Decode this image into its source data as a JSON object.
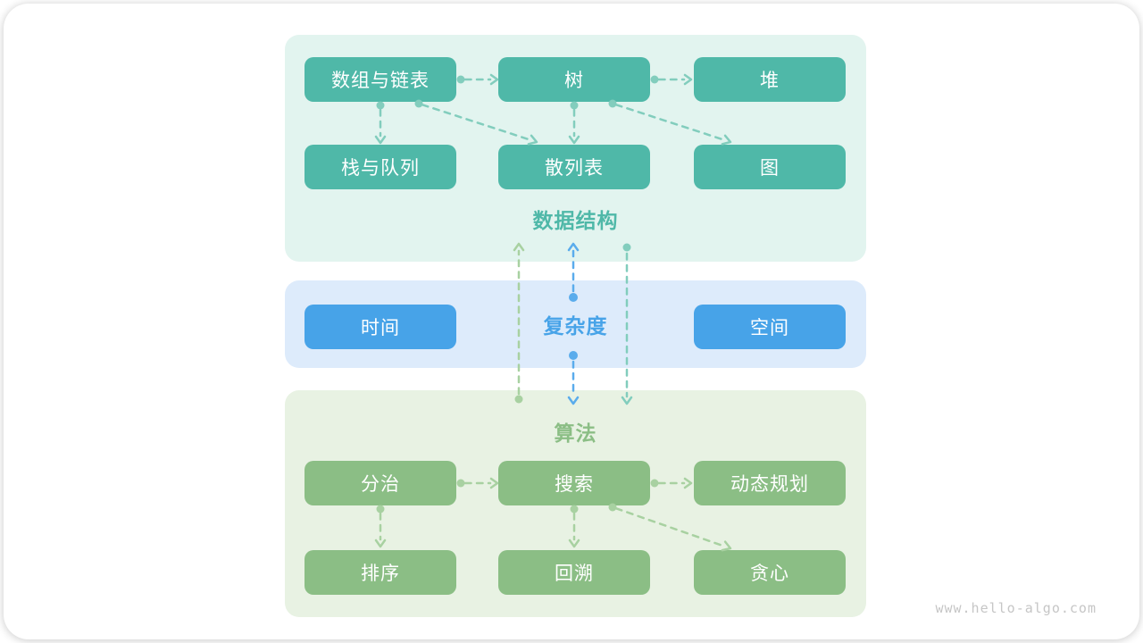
{
  "watermark": "www.hello-algo.com",
  "colors": {
    "teal_box": "#4fb8a8",
    "teal_bg": "#e2f4ef",
    "teal_arrow": "#82cdbd",
    "blue_box": "#47a3e8",
    "blue_bg": "#ddebfb",
    "blue_arrow": "#5aacec",
    "green_box": "#8bbe85",
    "green_bg": "#e8f2e3",
    "green_arrow": "#a8d1a1",
    "box_text": "#ffffff",
    "watermark_color": "#c6c6c6"
  },
  "sections": {
    "data_structures": {
      "label": "数据结构",
      "boxes": {
        "arrays": "数组与链表",
        "tree": "树",
        "heap": "堆",
        "stack_queue": "栈与队列",
        "hash": "散列表",
        "graph": "图"
      }
    },
    "complexity": {
      "label": "复杂度",
      "boxes": {
        "time": "时间",
        "space": "空间"
      }
    },
    "algorithms": {
      "label": "算法",
      "boxes": {
        "divide": "分治",
        "search": "搜索",
        "dp": "动态规划",
        "sort": "排序",
        "backtrack": "回溯",
        "greedy": "贪心"
      }
    }
  },
  "arrows": [
    {
      "from": "数组与链表",
      "to": "树"
    },
    {
      "from": "树",
      "to": "堆"
    },
    {
      "from": "数组与链表",
      "to": "栈与队列"
    },
    {
      "from": "数组与链表",
      "to": "散列表"
    },
    {
      "from": "树",
      "to": "散列表"
    },
    {
      "from": "树",
      "to": "图"
    },
    {
      "from": "分治",
      "to": "搜索"
    },
    {
      "from": "搜索",
      "to": "动态规划"
    },
    {
      "from": "分治",
      "to": "排序"
    },
    {
      "from": "搜索",
      "to": "回溯"
    },
    {
      "from": "搜索",
      "to": "贪心"
    },
    {
      "from": "算法",
      "to": "数据结构"
    },
    {
      "from": "复杂度",
      "to": "数据结构"
    },
    {
      "from": "复杂度",
      "to": "算法"
    },
    {
      "from": "数据结构",
      "to": "算法"
    }
  ]
}
